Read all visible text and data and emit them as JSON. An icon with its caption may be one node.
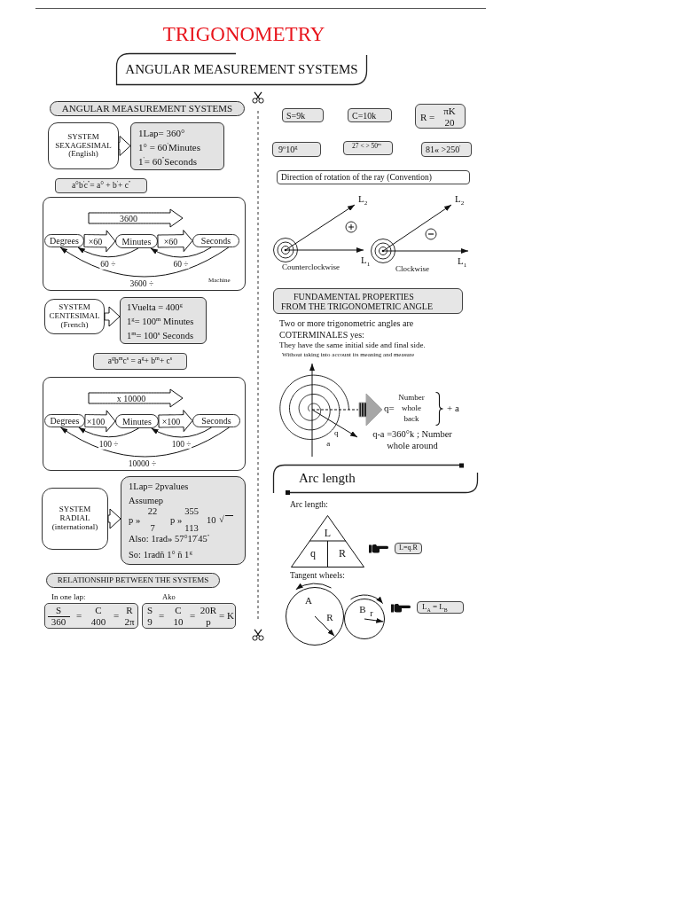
{
  "diagram": {
    "title": "TRIGONOMETRY",
    "nodes": [
      {
        "text": [
          "ANGULAR MEASUREMENT SYSTEMS"
        ]
      },
      {
        "text": [
          "ANGULAR MEASUREMENT SYSTEMS"
        ]
      },
      {
        "text": [
          "SYSTEM SEXAGESIMAL (English)"
        ]
      },
      {
        "text": [
          "1Lap= 360°",
          "1° = 60$^{'}$Minutes",
          "1$^{'}$= 60$^{''}$Seconds"
        ]
      },
      {
        "text": [
          "a°b$^{'}$c$^{''}$= a° + b$^{'}$+ c$^{''}$"
        ]
      },
      {
        "text": [
          "Machine"
        ]
      },
      {
        "text": [
          "Degrees"
        ],
        "in": 5
      },
      {
        "text": [
          "Minutes"
        ],
        "in": 5
      },
      {
        "text": [
          "Seconds"
        ],
        "in": 5
      },
      {
        "text": [
          "SYSTEM CENTESIMAL (French)"
        ]
      },
      {
        "text": [
          "1Vuelta = 400$^{g}$",
          "1$^{g}$= 100$^{m}$ Minutes",
          "1$^{m}$= 100$^{s}$ Seconds"
        ]
      },
      {
        "text": [
          "a$^{g}$b$^{m}$c$^{s}$ = a$^{g}$+ b$^{m}$+ c$^{s}$"
        ]
      },
      {
        "text": [],
        "shape": "box"
      },
      {
        "text": [
          "Degrees"
        ],
        "in": 12
      },
      {
        "text": [
          "Minutes"
        ],
        "in": 12
      },
      {
        "text": [
          "Seconds"
        ],
        "in": 12
      },
      {
        "text": [
          "SYSTEM RADIAL (international)"
        ]
      },
      {
        "text": [
          "1Lap= 2pvalues",
          "Assumep",
          "p »",
          "22",
          "7",
          "p »",
          "355",
          "113",
          "10",
          "√",
          "Also: 1rad» 57°17$^{'}$45$^{''}$",
          "So: 1radñ 1° ñ 1$^{g}$"
        ]
      },
      {
        "text": [
          "RELATIONSHIP BETWEEN THE SYSTEMS"
        ]
      },
      {
        "text": [
          "S",
          "360",
          "=",
          "C",
          "400",
          "=",
          "R",
          "2π"
        ]
      },
      {
        "text": [
          "S",
          "9",
          "=",
          "C",
          "10",
          "=",
          "20R",
          "p",
          "= K"
        ]
      },
      {
        "text": [
          "S=9k"
        ]
      },
      {
        "text": [
          "C=10k"
        ]
      },
      {
        "text": [
          "R =",
          "πK",
          "20"
        ]
      },
      {
        "text": [
          "9$^{o}$10$^{g}$"
        ]
      },
      {
        "text": [
          "27 < > 50$^{m}$"
        ]
      },
      {
        "text": [
          "81« >250$^{'}$"
        ]
      },
      {
        "text": [
          "Direction of rotation of the ray (Convention)"
        ]
      },
      {
        "text": [
          "FUNDAMENTAL PROPERTIES FROM THE TRIGONOMETRIC ANGLE"
        ]
      },
      {
        "text": [
          "q",
          "a"
        ]
      },
      {
        "text": [
          "q=",
          "Number whole back",
          "+ a"
        ]
      },
      {
        "text": [
          "Arc length"
        ]
      },
      {
        "text": [
          "L",
          "q",
          "R"
        ]
      },
      {
        "text": [
          "L=q.R"
        ]
      },
      {
        "text": [
          "A",
          "R"
        ]
      },
      {
        "text": [
          "B",
          "r"
        ]
      },
      {
        "text": [
          "L$_{A}$ = L$_{B}$"
        ]
      }
    ],
    "edges": [
      {
        "from": 2,
        "to": 3,
        "arrow": "to",
        "style": "thick"
      },
      {
        "from": 6,
        "to": 7,
        "arrow": "to",
        "style": "thick",
        "label": "×60"
      },
      {
        "from": 7,
        "to": 8,
        "arrow": "to",
        "style": "thick",
        "label": "×60"
      },
      {
        "from": 7,
        "to": 6,
        "arrow": "to",
        "label": "60 ÷"
      },
      {
        "from": 8,
        "to": 7,
        "arrow": "to",
        "label": "60 ÷"
      },
      {
        "from": 8,
        "to": 6,
        "arrow": "to",
        "label": "3600 ÷"
      },
      {
        "from": 9,
        "to": 10,
        "arrow": "to",
        "style": "thick"
      },
      {
        "from": 13,
        "to": 14,
        "arrow": "to",
        "style": "thick",
        "label": "×100"
      },
      {
        "from": 14,
        "to": 15,
        "arrow": "to",
        "style": "thick",
        "label": "×100"
      },
      {
        "from": 14,
        "to": 13,
        "arrow": "to",
        "label": "100 ÷"
      },
      {
        "from": 15,
        "to": 14,
        "arrow": "to",
        "label": "100 ÷"
      },
      {
        "from": 15,
        "to": 13,
        "arrow": "to",
        "label": "10000 ÷"
      },
      {
        "from": 16,
        "to": 17,
        "arrow": "to",
        "style": "thick"
      },
      {
        "from": 29,
        "to": 30,
        "arrow": "to",
        "style": "thick",
        "color": "#a6a6a6"
      }
    ],
    "labels": [
      "3600",
      "x 10000",
      "In one lap:",
      "Ako",
      "L$_{2}$",
      "L$_{2}$",
      "L$_{1}$",
      "L$_{1}$",
      "Counterclockwise",
      "Clockwise",
      "Two or more trigonometric angles are COTERMINALES yes:",
      "They have the same initial side and final side.",
      "Without taking into account its meaning and measure",
      "q-a =360°k ; Number whole around",
      "Arc length:",
      "Tangent wheels:"
    ]
  }
}
